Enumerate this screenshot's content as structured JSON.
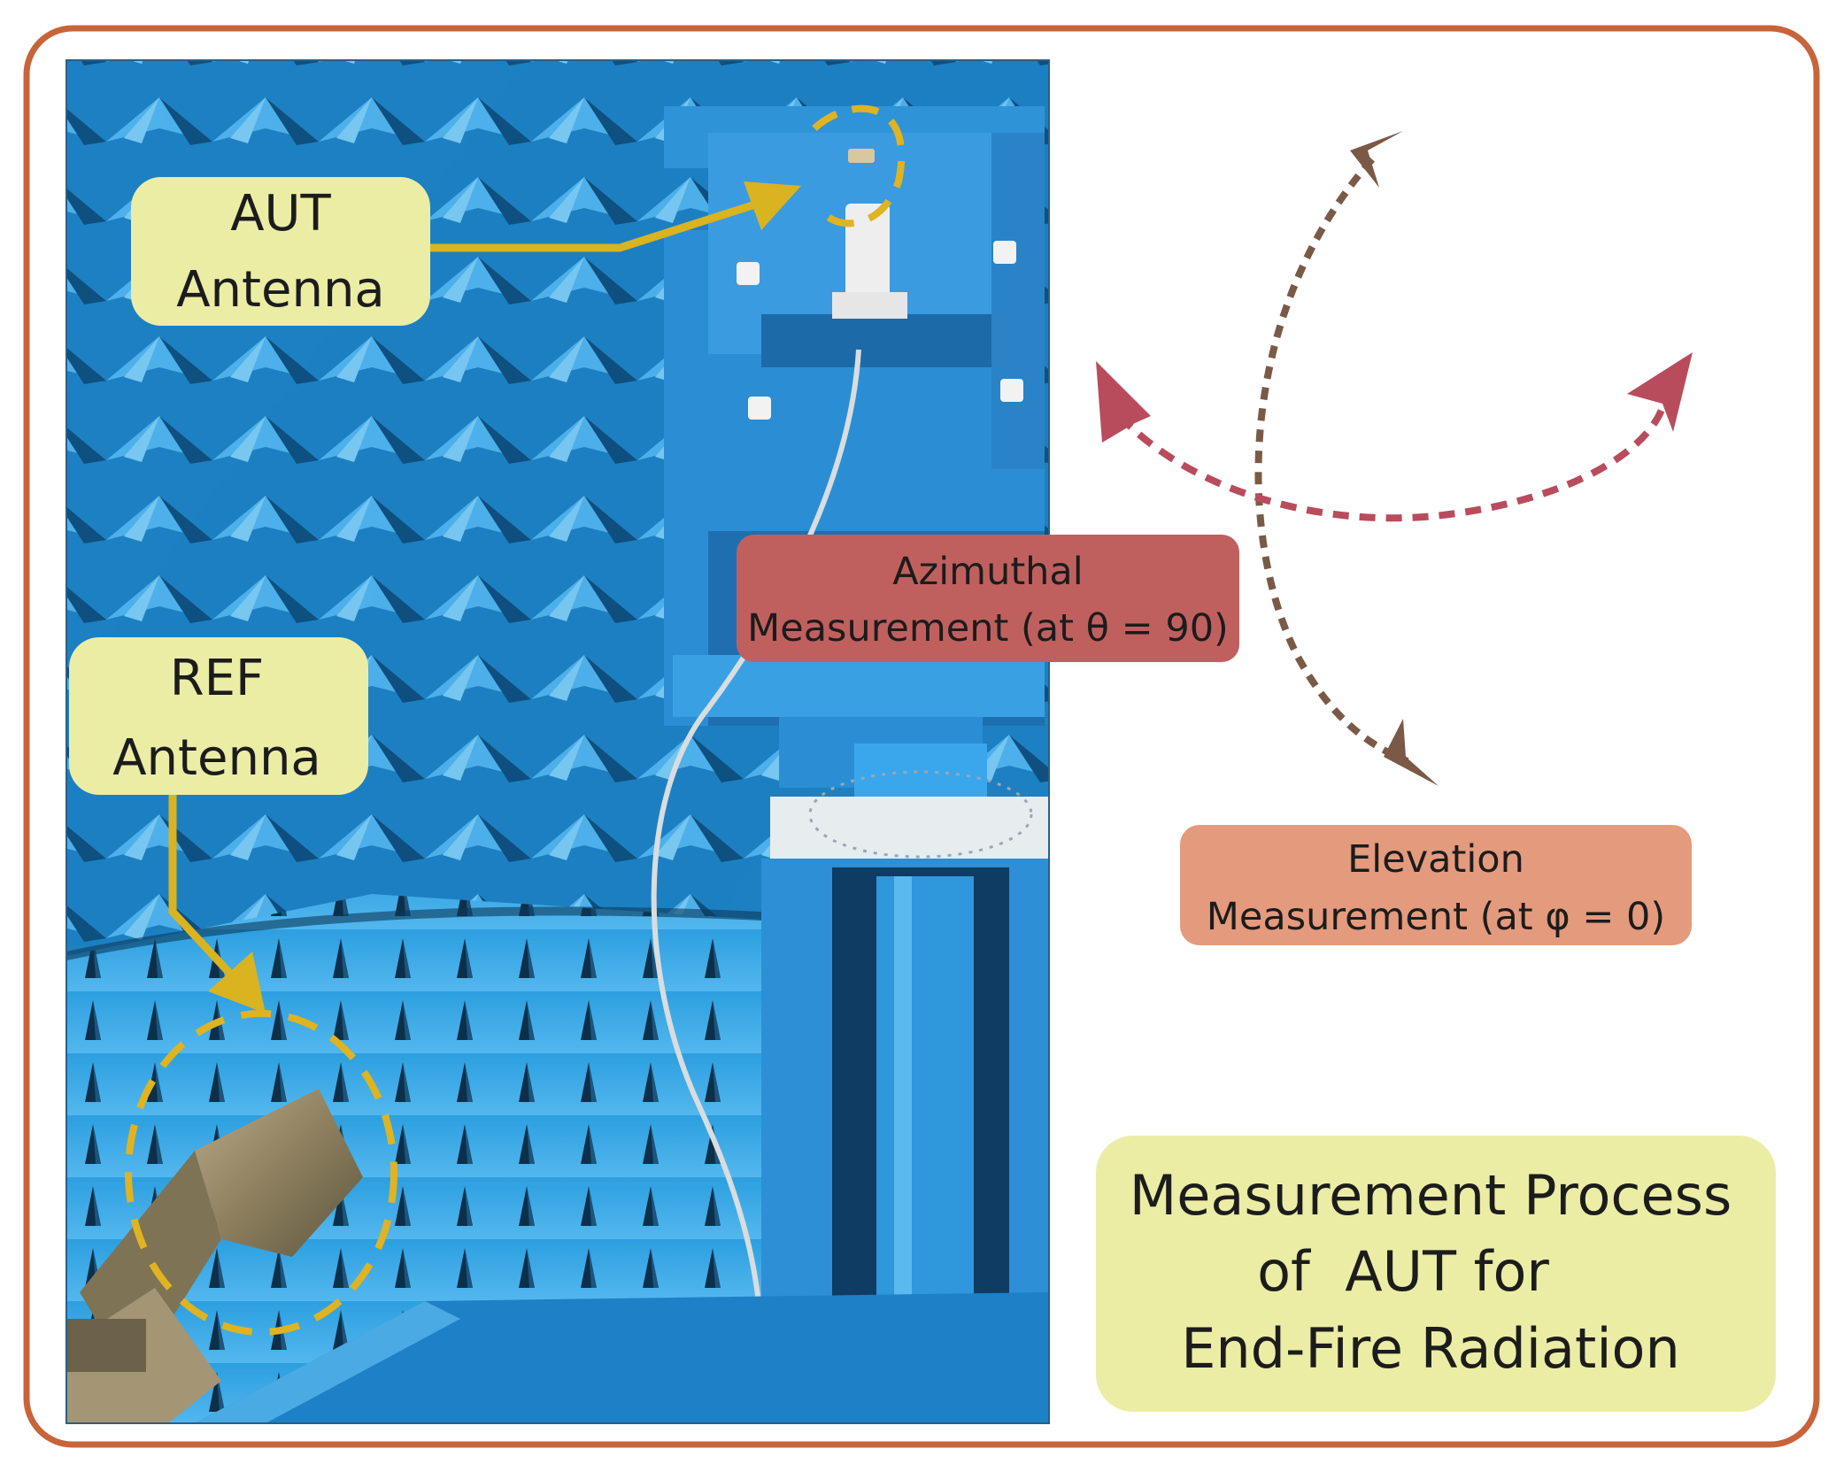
{
  "labels": {
    "aut": {
      "line1": "AUT",
      "line2": "Antenna"
    },
    "ref": {
      "line1": "REF",
      "line2": "Antenna"
    },
    "azimuthal": {
      "line1": "Azimuthal",
      "line2": "Measurement (at θ = 90)"
    },
    "elevation": {
      "line1": "Elevation",
      "line2": "Measurement (at φ = 0)"
    },
    "process": {
      "line1": "Measurement Process",
      "line2": "of  AUT for",
      "line3": "End-Fire Radiation"
    }
  },
  "colors": {
    "frame": "#c8643a",
    "callout_fill": "#ebeda5",
    "callout_arrow": "#d9b320",
    "azimuthal_fill": "#c0605e",
    "elevation_fill": "#e49a7d",
    "azimuthal_arrow": "#b94c5c",
    "elevation_arrow": "#7a5a46",
    "chamber_blue": "#1f86c8",
    "chamber_dark": "#0a3858"
  }
}
